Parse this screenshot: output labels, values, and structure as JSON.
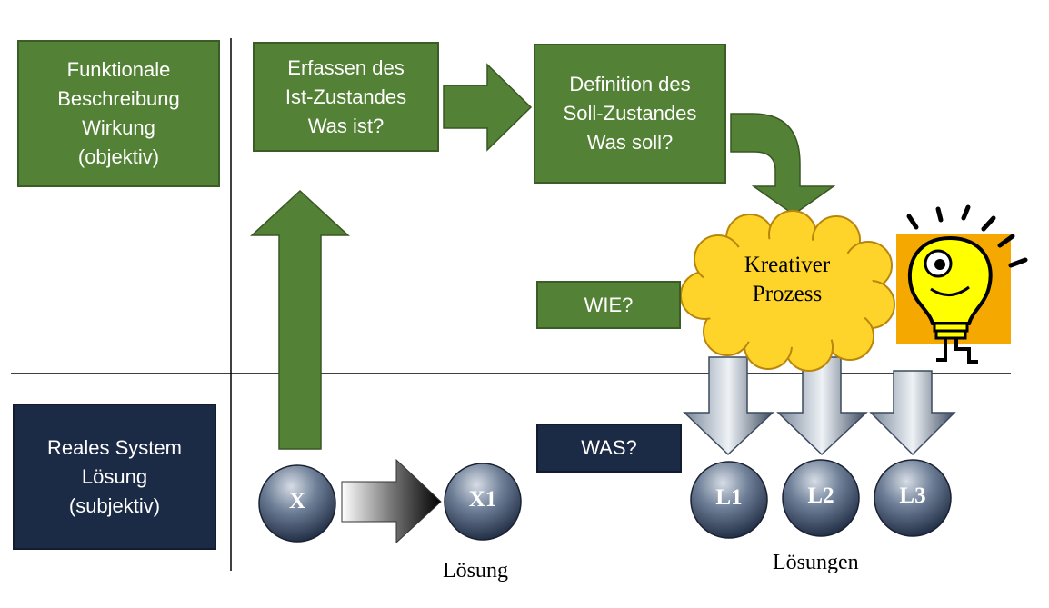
{
  "boxes": {
    "funktionale": [
      "Funktionale",
      "Beschreibung",
      "Wirkung",
      "(objektiv)"
    ],
    "reales": [
      "Reales System",
      "Lösung",
      "(subjektiv)"
    ],
    "ist": [
      "Erfassen des",
      "Ist-Zustandes",
      "Was ist?"
    ],
    "soll": [
      "Definition des",
      "Soll-Zustandes",
      "Was soll?"
    ],
    "wie": "WIE?",
    "was": "WAS?"
  },
  "cloud": [
    "Kreativer",
    "Prozess"
  ],
  "circles": {
    "x": "X",
    "x1": "X1",
    "l1": "L1",
    "l2": "L2",
    "l3": "L3"
  },
  "labels": {
    "loesung": "Lösung",
    "loesungen": "Lösungen"
  },
  "colors": {
    "green": "#538135",
    "navy": "#1c2b45",
    "cloud": "#ffd42a",
    "bulb": "#ffff00",
    "bulb_bg": "#f5a800"
  },
  "icons": [
    "lightbulb-icon",
    "thought-cloud-icon",
    "arrow-icon"
  ]
}
